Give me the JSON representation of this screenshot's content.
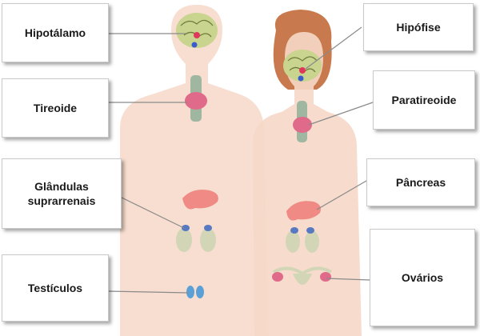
{
  "labels": {
    "hypothalamus": "Hipotálamo",
    "thyroid": "Tireoide",
    "adrenal_line1": "Glândulas",
    "adrenal_line2": "suprarrenais",
    "testes": "Testículos",
    "pituitary": "Hipófise",
    "parathyroid": "Paratireoide",
    "pancreas": "Pâncreas",
    "ovaries": "Ovários"
  },
  "colors": {
    "skin": "#f6d8c8",
    "hair": "#c87a4e",
    "brain": "#c9d48e",
    "pancreas": "#ef8a84",
    "kidney": "#d2d6b7",
    "adrenal": "#5679c2",
    "thyroid": "#e06a8a",
    "trachea": "#9fb7a0",
    "leader_line": "#8a8a8a"
  }
}
